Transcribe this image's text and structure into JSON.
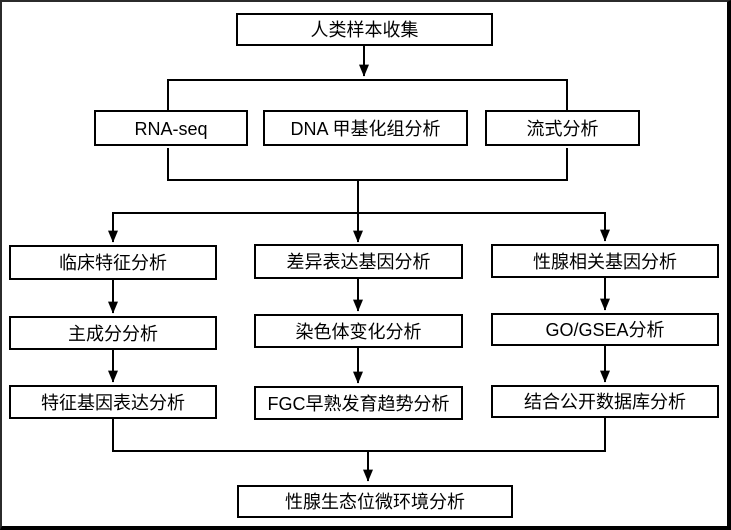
{
  "diagram": {
    "type": "flowchart",
    "background_color": "#ffffff",
    "line_color": "#000000",
    "box_fill": "#ffffff",
    "nodes": {
      "collect": {
        "label": "人类样本收集"
      },
      "rnaseq": {
        "label": "RNA-seq"
      },
      "methylation": {
        "label": "DNA 甲基化组分析"
      },
      "flow": {
        "label": "流式分析"
      },
      "clinical": {
        "label": "临床特征分析"
      },
      "pca": {
        "label": "主成分分析"
      },
      "signature": {
        "label": "特征基因表达分析"
      },
      "deg": {
        "label": "差异表达基因分析"
      },
      "chromosome": {
        "label": "染色体变化分析"
      },
      "fgc_trend": {
        "label": "FGC早熟发育趋势分析"
      },
      "gonad_genes": {
        "label": "性腺相关基因分析"
      },
      "go_gsea": {
        "label": "GO/GSEA分析"
      },
      "public_db": {
        "label": "结合公开数据库分析"
      },
      "niche": {
        "label": "性腺生态位微环境分析"
      }
    },
    "edges": [
      "collect -> bus1",
      "bus1 -> rnaseq",
      "bus1 -> flow",
      "rnaseq -> bus2",
      "flow -> bus2",
      "bus2 -> bus3",
      "bus3 -> clinical",
      "bus3 -> deg",
      "bus3 -> gonad_genes",
      "clinical -> pca",
      "pca -> signature",
      "deg -> chromosome",
      "chromosome -> fgc_trend",
      "gonad_genes -> go_gsea",
      "go_gsea -> public_db",
      "signature -> bus4",
      "public_db -> bus4",
      "bus4 -> niche"
    ]
  }
}
